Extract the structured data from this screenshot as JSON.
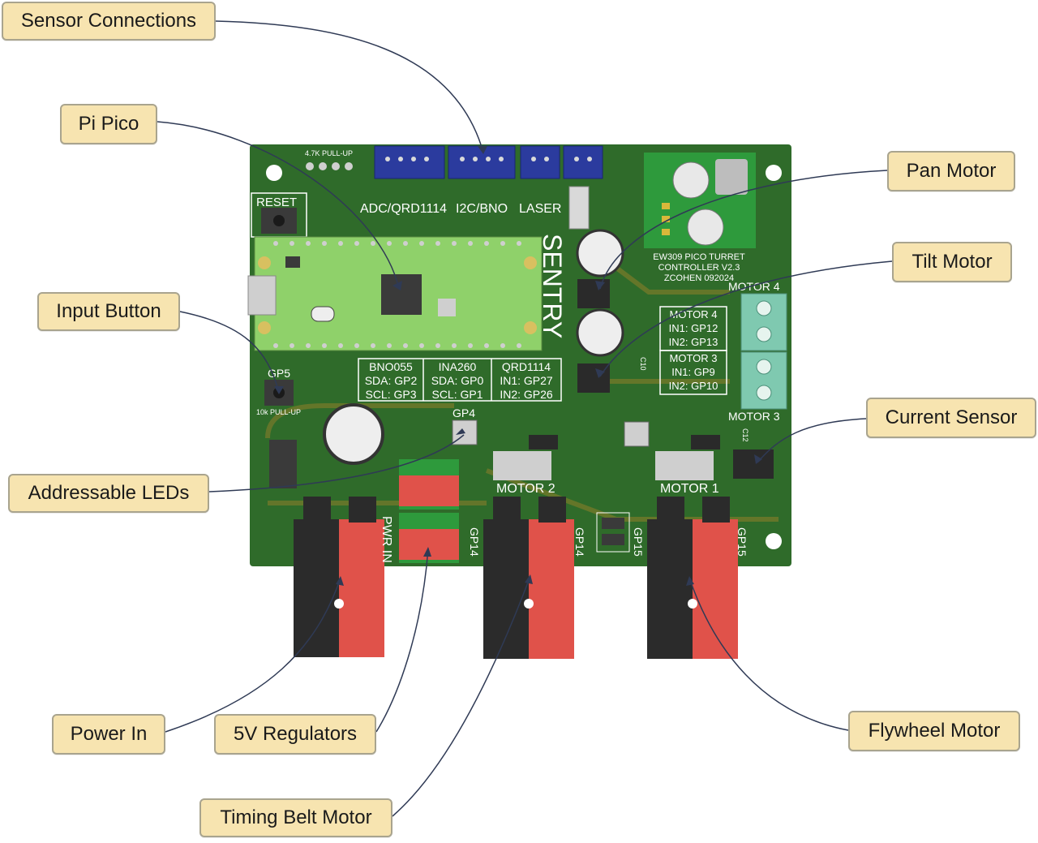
{
  "callouts": {
    "sensor_connections": "Sensor Connections",
    "pi_pico": "Pi Pico",
    "input_button": "Input Button",
    "addressable_leds": "Addressable LEDs",
    "power_in": "Power In",
    "five_v_regulators": "5V Regulators",
    "timing_belt_motor": "Timing Belt Motor",
    "pan_motor": "Pan Motor",
    "tilt_motor": "Tilt Motor",
    "current_sensor": "Current Sensor",
    "flywheel_motor": "Flywheel Motor"
  },
  "board": {
    "reset": "RESET",
    "adc_header": "ADC/QRD1114",
    "i2c_header": "I2C/BNO",
    "laser": "LASER",
    "sentry": "SENTRY",
    "pullup_47k": "4.7K PULL-UP",
    "gp5": "GP5",
    "pullup_10k": "10k PULL-UP",
    "gp4": "GP4",
    "title_lines": [
      "EW309 PICO TURRET",
      "CONTROLLER V2.3",
      "ZCOHEN 092024"
    ],
    "motor4_label": "MOTOR 4",
    "motor3_label": "MOTOR 3",
    "motor4_pins": [
      "MOTOR 4",
      "IN1: GP12",
      "IN2: GP13"
    ],
    "motor3_pins": [
      "MOTOR 3",
      "IN1: GP9",
      "IN2: GP10"
    ],
    "bno_table": [
      "BNO055",
      "SDA: GP2",
      "SCL: GP3"
    ],
    "ina_table": [
      "INA260",
      "SDA: GP0",
      "SCL: GP1"
    ],
    "qrd_table": [
      "QRD1114",
      "IN1: GP27",
      "IN2: GP26"
    ],
    "motor2": "MOTOR 2",
    "motor1": "MOTOR 1",
    "pwr_in": "PWR IN",
    "gp14": "GP14",
    "gp15": "GP15",
    "c10": "C10",
    "c12": "C12"
  },
  "colors": {
    "pcb": "#2f6b2a",
    "pico": "#8fd16a",
    "connector_red": "#e0524a",
    "connector_black": "#2b2b2b",
    "header_blue": "#2b3b9e",
    "callout_fill": "#f7e4b0"
  }
}
